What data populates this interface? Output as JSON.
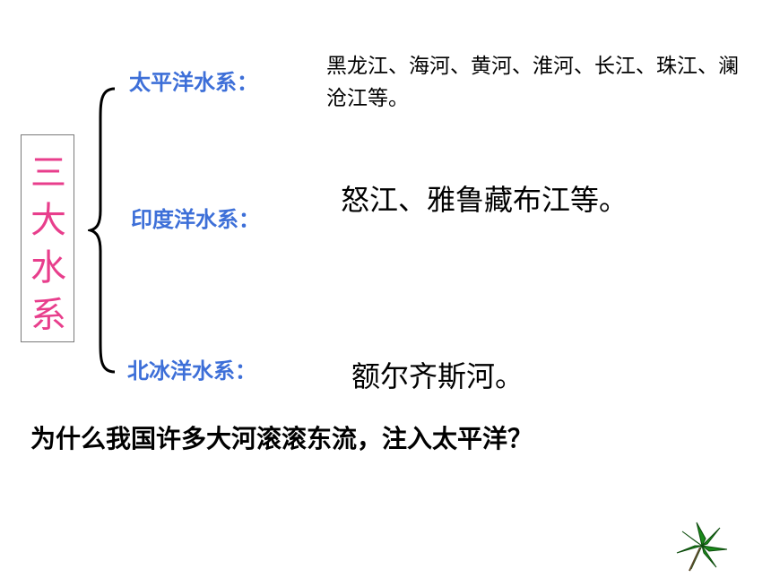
{
  "side_title": [
    "三",
    "大",
    "水",
    "系"
  ],
  "systems": [
    {
      "name": "太平洋水系：",
      "rivers": "黑龙江、海河、黄河、淮河、长江、珠江、澜沧江等。"
    },
    {
      "name": "印度洋水系：",
      "rivers": "怒江、雅鲁藏布江等。"
    },
    {
      "name": "北冰洋水系：",
      "rivers": "额尔齐斯河。"
    }
  ],
  "question": "为什么我国许多大河滚滚东流，注入太平洋？",
  "colors": {
    "title": "#e83e8c",
    "label": "#3d6fd8",
    "leaf": "#1a8a1a"
  },
  "icons": {
    "decoration": "leaf-icon"
  }
}
